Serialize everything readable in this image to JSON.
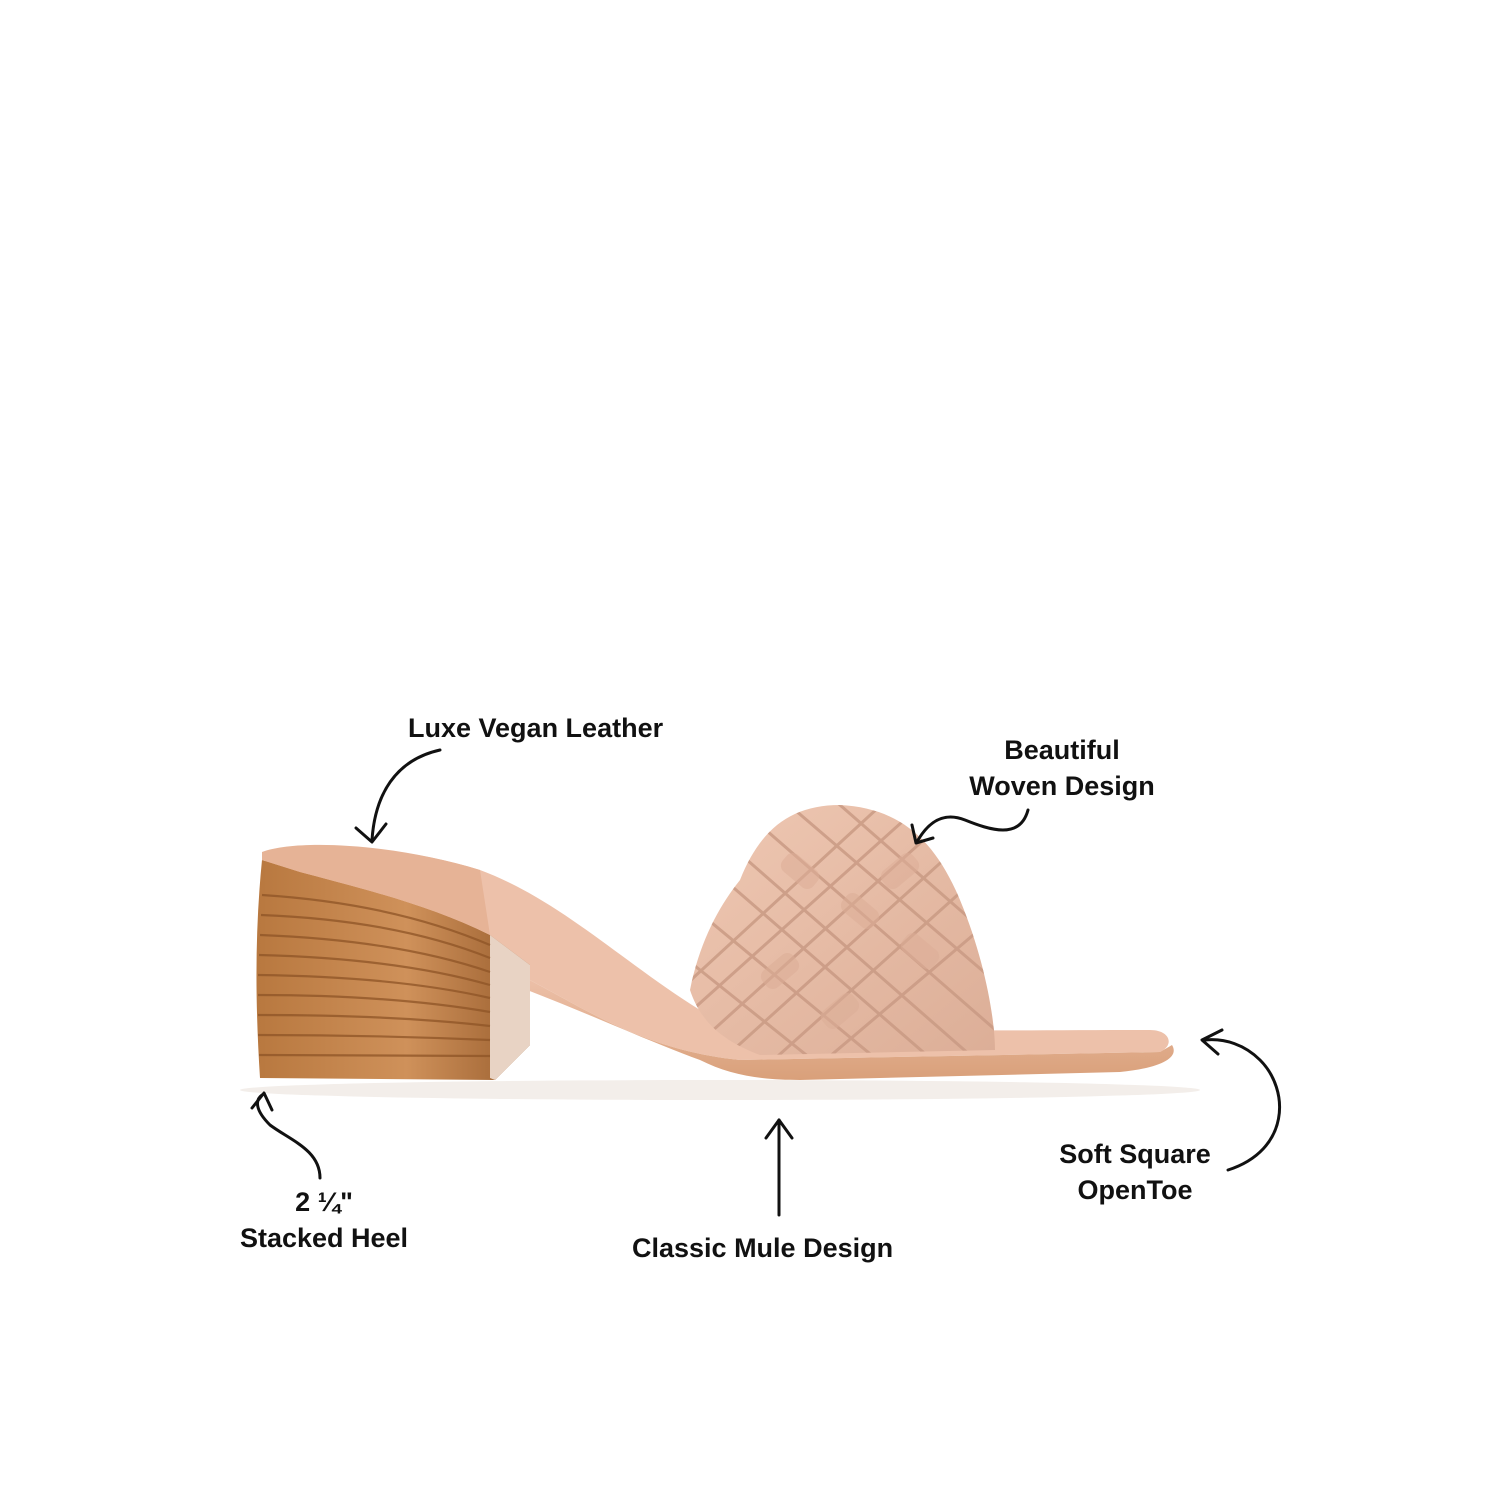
{
  "image": {
    "subject": "woven-mule-sandal",
    "background_color": "#ffffff",
    "colors": {
      "strap": "#e8bda6",
      "strap_shadow": "#c99a84",
      "insole": "#edc1aa",
      "sole": "#e0a577",
      "heel_wood": "#b8783f",
      "heel_wood_light": "#cf915a",
      "heel_wood_dark": "#9a5f2f",
      "annotation": "#111111"
    }
  },
  "annotations": {
    "vegan_leather": "Luxe Vegan Leather",
    "woven_line1": "Beautiful",
    "woven_line2": "Woven Design",
    "heel_line1": "2 ¼\"",
    "heel_line2": "Stacked Heel",
    "mule": "Classic Mule Design",
    "toe_line1": "Soft Square",
    "toe_line2": "OpenToe"
  },
  "icons": [
    "curved-arrow-icon",
    "curved-arrow-icon",
    "curved-arrow-icon",
    "straight-arrow-icon",
    "curved-arrow-icon"
  ]
}
